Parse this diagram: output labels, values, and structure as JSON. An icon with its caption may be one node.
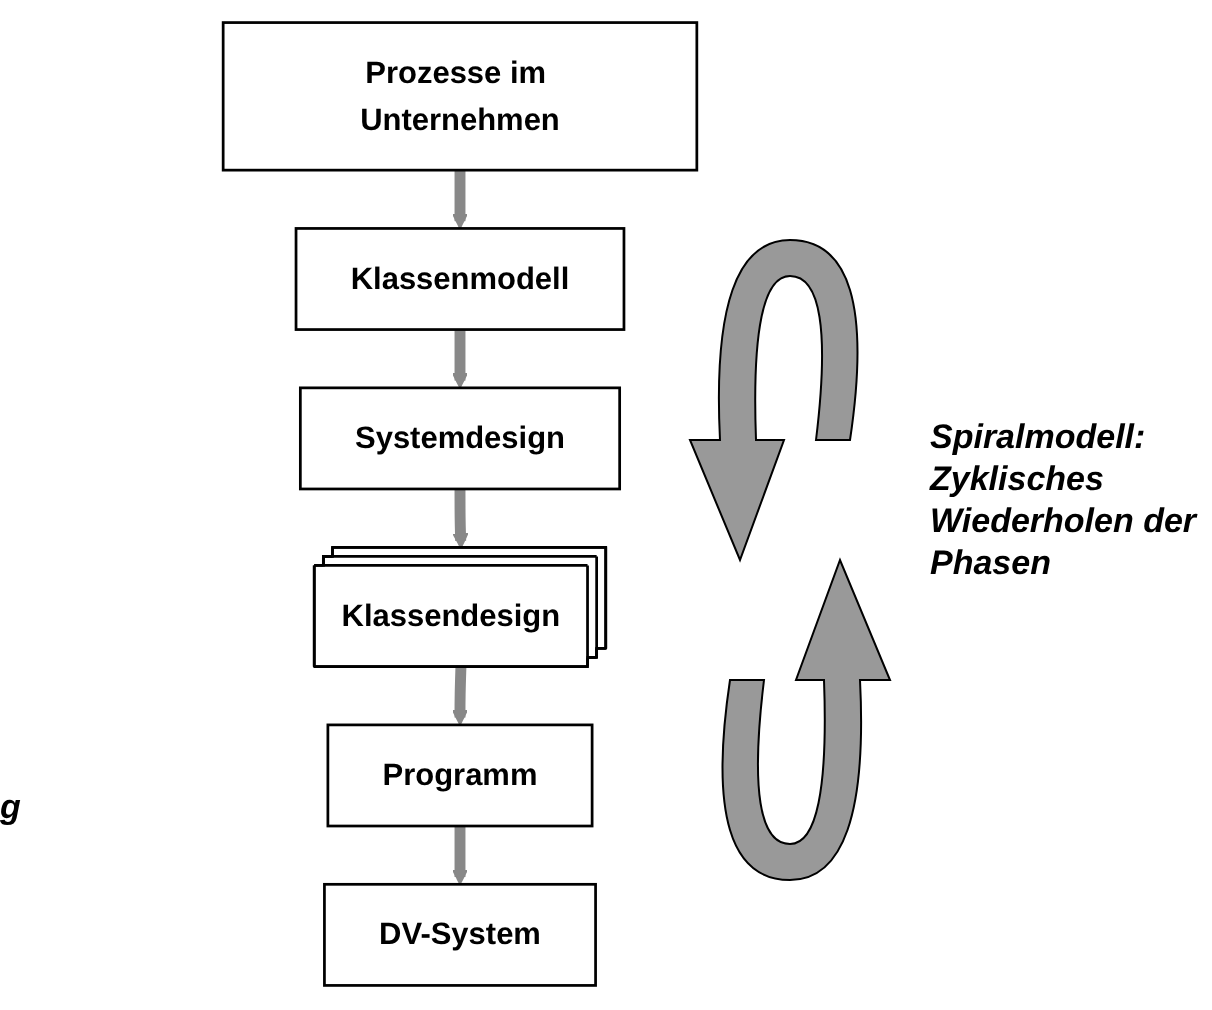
{
  "diagram": {
    "nodes": [
      {
        "text": [
          "Prozesse im Unternehmen"
        ]
      },
      {
        "text": [
          "Klassenmodell"
        ]
      },
      {
        "text": [
          "Systemdesign"
        ]
      },
      {
        "text": [
          "Klassendesign"
        ]
      },
      {
        "text": [
          "Programm"
        ]
      },
      {
        "text": [
          "DV-System"
        ]
      }
    ],
    "edges": [
      {
        "from": 0,
        "to": 1,
        "arrow": "to"
      },
      {
        "from": 1,
        "to": 2,
        "arrow": "to"
      },
      {
        "from": 2,
        "to": 3,
        "arrow": "to"
      },
      {
        "from": 3,
        "to": 4,
        "arrow": "to"
      },
      {
        "from": 4,
        "to": 5,
        "arrow": "to"
      }
    ],
    "labels": [
      "Spiralmodell: Zyklisches Wiederholen der Phasen",
      "g"
    ]
  }
}
